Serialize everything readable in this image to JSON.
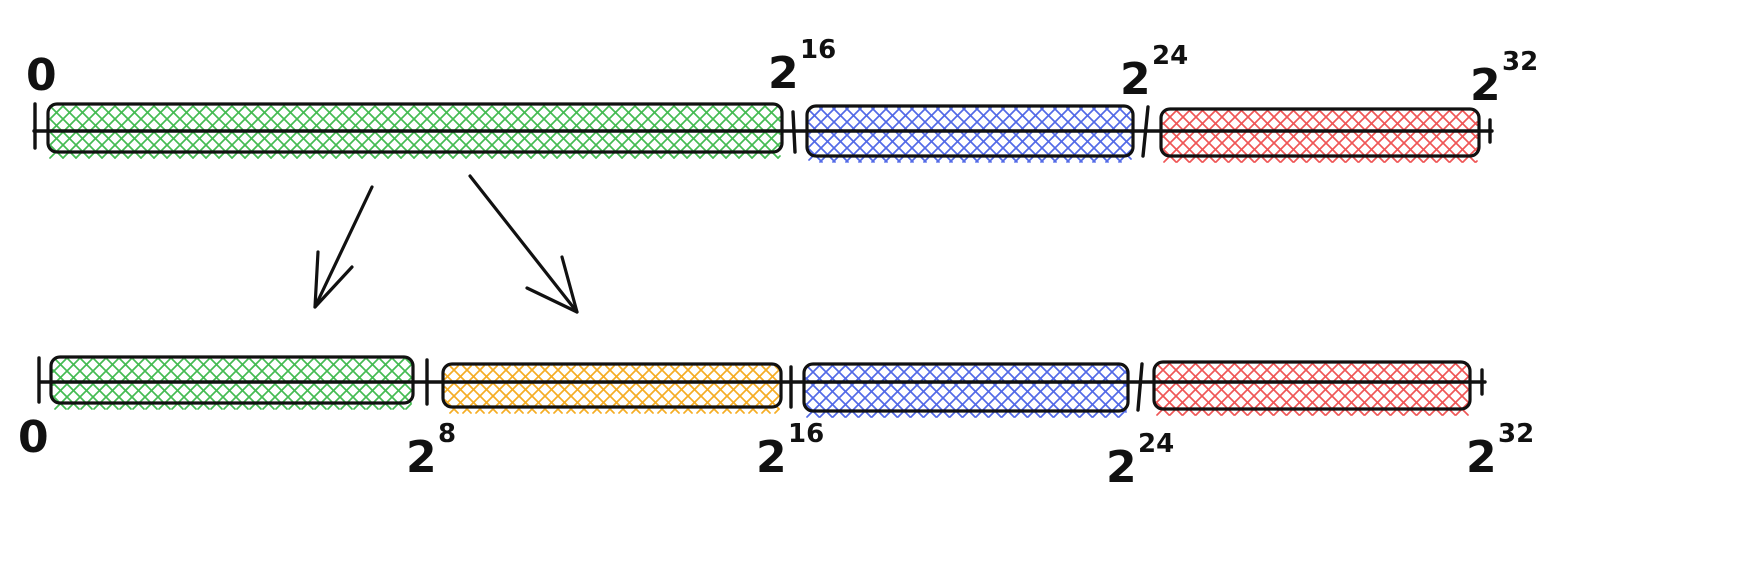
{
  "colors": {
    "stroke": "#111111",
    "green": "#3cb84a",
    "blue": "#4a63e6",
    "red": "#ef4f4f",
    "orange": "#f5a91a"
  },
  "top_row": {
    "labels": [
      {
        "base": "0",
        "exp": ""
      },
      {
        "base": "2",
        "exp": "16"
      },
      {
        "base": "2",
        "exp": "24"
      },
      {
        "base": "2",
        "exp": "32"
      }
    ],
    "segments": [
      {
        "color": "green"
      },
      {
        "color": "blue"
      },
      {
        "color": "red"
      }
    ]
  },
  "bottom_row": {
    "labels": [
      {
        "base": "0",
        "exp": ""
      },
      {
        "base": "2",
        "exp": "8"
      },
      {
        "base": "2",
        "exp": "16"
      },
      {
        "base": "2",
        "exp": "24"
      },
      {
        "base": "2",
        "exp": "32"
      }
    ],
    "segments": [
      {
        "color": "green"
      },
      {
        "color": "orange"
      },
      {
        "color": "blue"
      },
      {
        "color": "red"
      }
    ]
  },
  "arrows": [
    {
      "from_segment": 0,
      "to_segment": 0
    },
    {
      "from_segment": 0,
      "to_segment": 1
    }
  ]
}
